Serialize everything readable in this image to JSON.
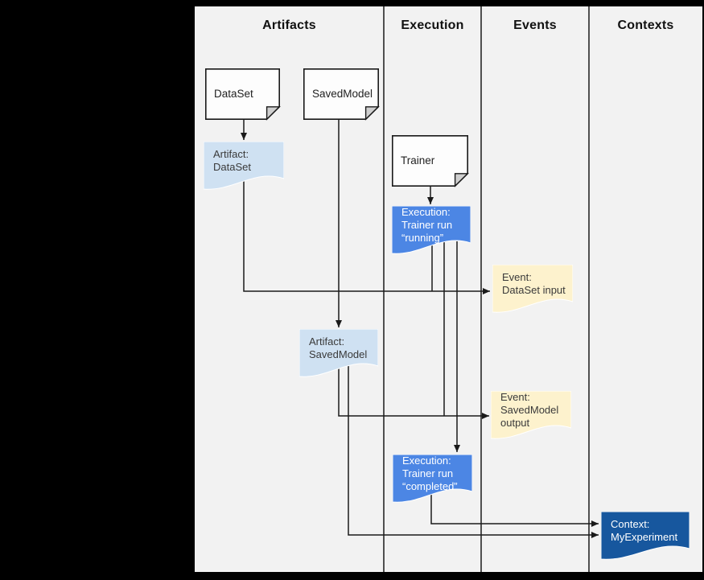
{
  "columns": [
    {
      "label": "Artifacts"
    },
    {
      "label": "Execution"
    },
    {
      "label": "Events"
    },
    {
      "label": "Contexts"
    }
  ],
  "nodes": {
    "dataset_box": {
      "lines": [
        "DataSet"
      ]
    },
    "savedmodel_box": {
      "lines": [
        "SavedModel"
      ]
    },
    "trainer_box": {
      "lines": [
        "Trainer"
      ]
    },
    "artifact_dataset": {
      "lines": [
        "Artifact:",
        "DataSet"
      ]
    },
    "exec_running": {
      "lines": [
        "Execution:",
        "Trainer run",
        "“running”"
      ]
    },
    "event_dataset_input": {
      "lines": [
        "Event:",
        "DataSet input"
      ]
    },
    "artifact_savedmodel": {
      "lines": [
        "Artifact:",
        "SavedModel"
      ]
    },
    "event_savedmodel_output": {
      "lines": [
        "Event:",
        "SavedModel",
        "output"
      ]
    },
    "exec_completed": {
      "lines": [
        "Execution:",
        "Trainer run",
        "“completed”"
      ]
    },
    "context_myexperiment": {
      "lines": [
        "Context:",
        "MyExperiment"
      ]
    }
  },
  "colors": {
    "background": "#000000",
    "canvas": "#f2f2f2",
    "line": "#1a1a1a",
    "note_fill": "#fdfdfd",
    "artifact_fill": "#cfe1f2",
    "execution_fill": "#4c86e4",
    "event_fill": "#fdf2cd",
    "context_fill": "#17579e",
    "fold_fill": "#cfcfcf",
    "text_dark": "#3a3a3a",
    "text_light": "#ffffff"
  }
}
